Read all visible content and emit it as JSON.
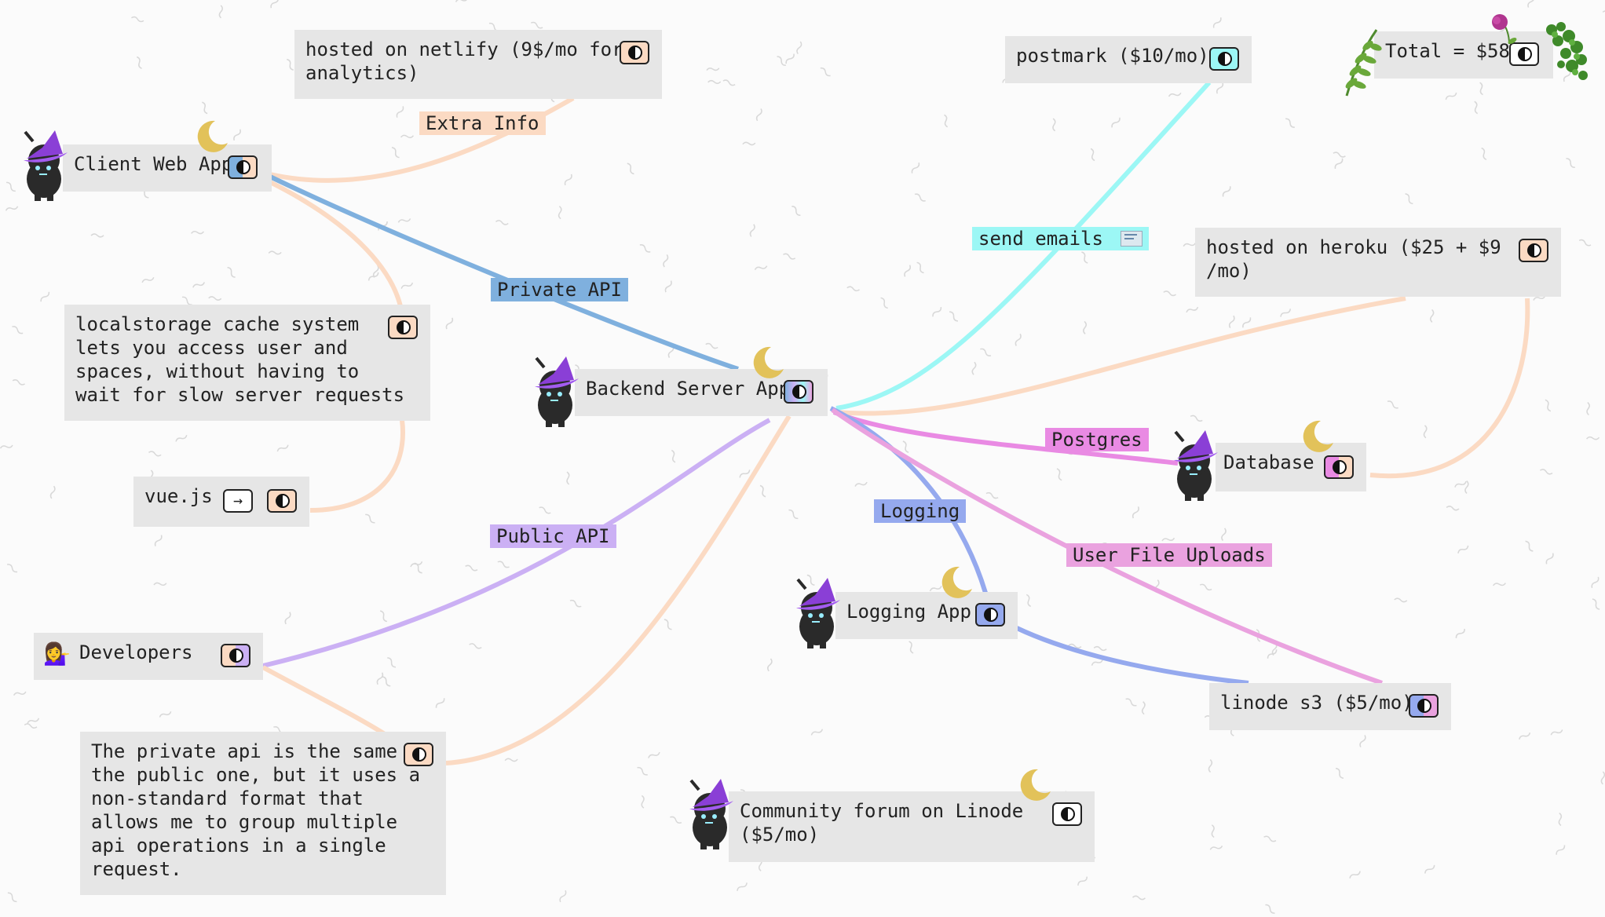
{
  "colors": {
    "peach": "#fbdac3",
    "blue": "#7fb0de",
    "cyan": "#9cf7f5",
    "lilac": "#cbb0f4",
    "periwinkle": "#95a9ee",
    "pink": "#eaa2df",
    "magenta": "#e98ae3",
    "node_bg": "#e6e6e6"
  },
  "nodes": {
    "client": {
      "label": "Client Web App"
    },
    "netlify": {
      "label": "hosted on netlify (9$/mo for\nanalytics)"
    },
    "cache": {
      "label": "localstorage cache system\nlets you access user and\nspaces, without having to\nwait for slow server requests"
    },
    "vue": {
      "label": "vue.js",
      "link_icon": "→"
    },
    "backend": {
      "label": "Backend Server App"
    },
    "developers": {
      "label": "Developers",
      "emoji": "💁‍♀️"
    },
    "private_note": {
      "label": "The private api is the same as\nthe public one, but it uses a\nnon-standard format that\nallows me to group multiple\napi operations in a single\nrequest."
    },
    "postmark": {
      "label": "postmark ($10/mo)"
    },
    "total": {
      "label": "Total = $58"
    },
    "heroku": {
      "label": "hosted on heroku ($25 + $9\n/mo)"
    },
    "database": {
      "label": "Database"
    },
    "logging_app": {
      "label": "Logging App"
    },
    "linode_s3": {
      "label": "linode s3 ($5/mo)"
    },
    "forum": {
      "label": "Community forum on Linode\n($5/mo)"
    }
  },
  "edge_labels": {
    "extra_info": "Extra Info",
    "private_api": "Private API",
    "public_api": "Public API",
    "send_emails": "send emails",
    "postgres": "Postgres",
    "logging": "Logging",
    "uploads": "User File Uploads"
  },
  "icons": {
    "toggle": "contrast-toggle-icon",
    "cat": "witch-cat-icon",
    "moon": "crescent-moon-icon",
    "email": "email-icon",
    "plant": "vine-plant-icon",
    "flower": "flower-icon"
  }
}
